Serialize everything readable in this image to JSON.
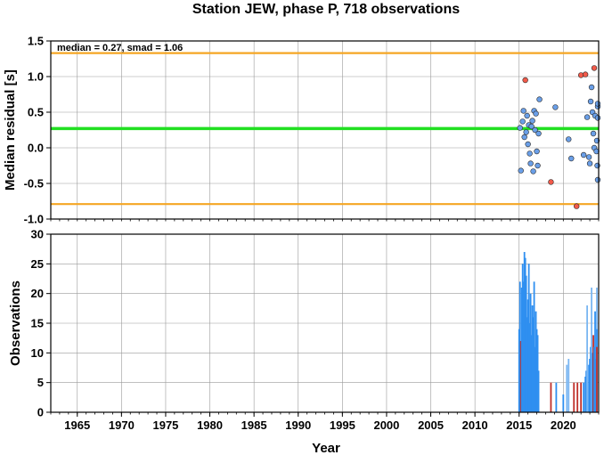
{
  "title": "Station JEW, phase P, 718 observations",
  "chart_data": [
    {
      "type": "scatter",
      "ylabel": "Median residual [s]",
      "annotation": "median = 0.27, smad = 1.06",
      "xlim": [
        1962,
        2024
      ],
      "ylim": [
        -1.0,
        1.5
      ],
      "yticks": [
        "1.5",
        "1.0",
        "0.5",
        "0.0",
        "-0.5",
        "-1.0"
      ],
      "ytick_values": [
        1.5,
        1.0,
        0.5,
        0.0,
        -0.5,
        -1.0
      ],
      "median_line": 0.27,
      "bound_lines": [
        1.33,
        -0.79
      ],
      "grid": true,
      "colors": {
        "normal": "#6a9fe8",
        "outlier": "#f25a4a",
        "median": "#22e022",
        "bounds": "#f5a623"
      },
      "series": [
        {
          "points": [
            [
              2015.1,
              0.28
            ],
            [
              2015.2,
              -0.32
            ],
            [
              2015.4,
              0.37
            ],
            [
              2015.5,
              0.52
            ],
            [
              2015.6,
              0.15
            ],
            [
              2015.8,
              0.22
            ],
            [
              2015.9,
              0.45
            ],
            [
              2016.0,
              0.05
            ],
            [
              2016.1,
              0.32
            ],
            [
              2016.2,
              -0.08
            ],
            [
              2016.3,
              -0.22
            ],
            [
              2016.4,
              0.3
            ],
            [
              2016.5,
              0.38
            ],
            [
              2016.6,
              -0.33
            ],
            [
              2016.7,
              0.52
            ],
            [
              2016.8,
              0.25
            ],
            [
              2016.9,
              0.48
            ],
            [
              2017.0,
              -0.05
            ],
            [
              2017.1,
              -0.25
            ],
            [
              2017.2,
              0.2
            ],
            [
              2017.3,
              0.68
            ],
            [
              2019.1,
              0.57
            ],
            [
              2020.6,
              0.12
            ],
            [
              2020.9,
              -0.15
            ],
            [
              2022.3,
              -0.1
            ],
            [
              2022.7,
              0.43
            ],
            [
              2022.9,
              -0.13
            ],
            [
              2023.0,
              -0.22
            ],
            [
              2023.1,
              0.65
            ],
            [
              2023.2,
              0.85
            ],
            [
              2023.3,
              0.5
            ],
            [
              2023.4,
              0.2
            ],
            [
              2023.5,
              0.0
            ],
            [
              2023.6,
              0.45
            ],
            [
              2023.8,
              0.1
            ],
            [
              2023.9,
              0.58
            ],
            [
              2024.0,
              0.42
            ],
            [
              2023.75,
              -0.05
            ],
            [
              2023.85,
              -0.25
            ],
            [
              2024.1,
              -0.45
            ],
            [
              2024.15,
              0.62
            ]
          ]
        },
        {
          "outlier": true,
          "points": [
            [
              2015.7,
              0.95
            ],
            [
              2018.6,
              -0.48
            ],
            [
              2021.5,
              -0.82
            ],
            [
              2022.0,
              1.02
            ],
            [
              2022.5,
              1.03
            ],
            [
              2023.5,
              1.12
            ]
          ]
        }
      ]
    },
    {
      "type": "bar",
      "xlabel": "Year",
      "ylabel": "Observations",
      "xlim": [
        1962,
        2024
      ],
      "ylim": [
        0,
        30
      ],
      "xticks": [
        "1965",
        "1970",
        "1975",
        "1980",
        "1985",
        "1990",
        "1995",
        "2000",
        "2005",
        "2010",
        "2015",
        "2020"
      ],
      "xtick_values": [
        1965,
        1970,
        1975,
        1980,
        1985,
        1990,
        1995,
        2000,
        2005,
        2010,
        2015,
        2020
      ],
      "yticks": [
        "30",
        "25",
        "20",
        "15",
        "10",
        "5",
        "0"
      ],
      "ytick_values": [
        30,
        25,
        20,
        15,
        10,
        5,
        0
      ],
      "grid": true,
      "colors": {
        "blue": "#2f8ff0",
        "blue_light": "#7ab6f2",
        "red": "#c0302a"
      },
      "bars": [
        [
          2015.0,
          14,
          "blue"
        ],
        [
          2015.1,
          22,
          "blue"
        ],
        [
          2015.2,
          12,
          "red"
        ],
        [
          2015.3,
          21,
          "blue"
        ],
        [
          2015.4,
          25,
          "blue"
        ],
        [
          2015.5,
          22,
          "blue"
        ],
        [
          2015.6,
          27,
          "blue"
        ],
        [
          2015.7,
          26,
          "blue"
        ],
        [
          2015.8,
          23,
          "blue"
        ],
        [
          2015.9,
          16,
          "blue"
        ],
        [
          2016.0,
          19,
          "blue"
        ],
        [
          2016.1,
          25,
          "blue"
        ],
        [
          2016.2,
          15,
          "blue"
        ],
        [
          2016.3,
          20,
          "blue"
        ],
        [
          2016.4,
          13,
          "blue"
        ],
        [
          2016.5,
          18,
          "blue"
        ],
        [
          2016.6,
          16,
          "blue"
        ],
        [
          2016.7,
          22,
          "blue"
        ],
        [
          2016.8,
          11,
          "blue"
        ],
        [
          2016.9,
          17,
          "blue"
        ],
        [
          2017.0,
          14,
          "blue"
        ],
        [
          2017.1,
          13,
          "blue"
        ],
        [
          2017.2,
          7,
          "blue"
        ],
        [
          2018.6,
          5,
          "red"
        ],
        [
          2019.2,
          5,
          "blue"
        ],
        [
          2020.0,
          3,
          "blue"
        ],
        [
          2020.4,
          8,
          "blue_light"
        ],
        [
          2020.6,
          9,
          "blue_light"
        ],
        [
          2021.2,
          5,
          "red"
        ],
        [
          2021.6,
          5,
          "red"
        ],
        [
          2022.0,
          5,
          "red"
        ],
        [
          2022.3,
          5,
          "blue"
        ],
        [
          2022.5,
          6,
          "blue"
        ],
        [
          2022.6,
          7,
          "blue"
        ],
        [
          2022.7,
          18,
          "blue_light"
        ],
        [
          2022.9,
          8,
          "blue"
        ],
        [
          2023.0,
          9,
          "blue"
        ],
        [
          2023.1,
          11,
          "blue"
        ],
        [
          2023.2,
          21,
          "blue_light"
        ],
        [
          2023.3,
          10,
          "blue"
        ],
        [
          2023.4,
          13,
          "red"
        ],
        [
          2023.5,
          11,
          "blue"
        ],
        [
          2023.6,
          17,
          "blue"
        ],
        [
          2023.7,
          9,
          "blue"
        ],
        [
          2023.8,
          21,
          "blue_light"
        ],
        [
          2023.9,
          14,
          "blue"
        ],
        [
          2024.0,
          11,
          "red"
        ]
      ]
    }
  ]
}
